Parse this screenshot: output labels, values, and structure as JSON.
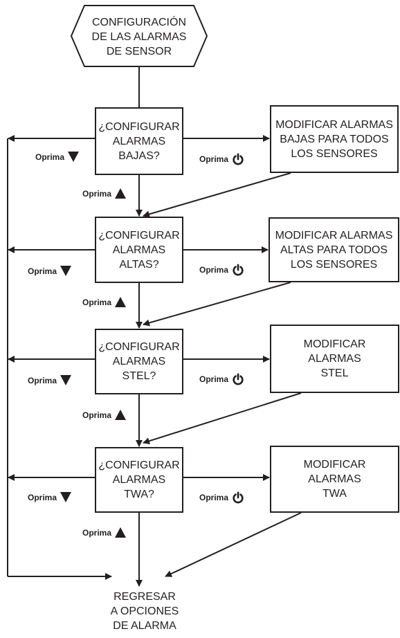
{
  "start": {
    "text": "CONFIGURACIÓN\nDE LAS ALARMAS\nDE SENSOR"
  },
  "questions": [
    {
      "text": "¿CONFIGURAR\nALARMAS\nBAJAS?"
    },
    {
      "text": "¿CONFIGURAR\nALARMAS\nALTAS?"
    },
    {
      "text": "¿CONFIGURAR\nALARMAS\nSTEL?"
    },
    {
      "text": "¿CONFIGURAR\nALARMAS\nTWA?"
    }
  ],
  "actions": [
    {
      "text": "MODIFICAR ALARMAS\nBAJAS PARA TODOS\nLOS SENSORES"
    },
    {
      "text": "MODIFICAR ALARMAS\nALTAS PARA TODOS\nLOS SENSORES"
    },
    {
      "text": "MODIFICAR\nALARMAS\nSTEL"
    },
    {
      "text": "MODIFICAR\nALARMAS\nTWA"
    }
  ],
  "end": {
    "text": "REGRESAR\nA OPCIONES\nDE ALARMA"
  },
  "labels": {
    "press": "Oprima",
    "down_icon": "down-triangle-icon",
    "up_icon": "up-triangle-icon",
    "power_icon": "power-icon"
  },
  "colors": {
    "line": "#231f20",
    "background": "#ffffff"
  }
}
